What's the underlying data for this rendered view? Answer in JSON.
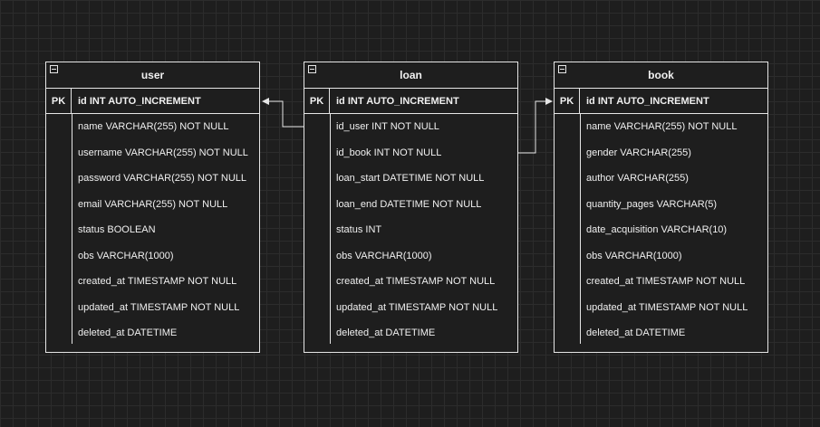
{
  "diagram": {
    "colors": {
      "background": "#1e1e1e",
      "grid": "#2c2c2c",
      "stroke": "#e6e6e6",
      "text": "#f0f0f0"
    },
    "tables": [
      {
        "name": "user",
        "pk_label": "PK",
        "pk_column": "id INT AUTO_INCREMENT",
        "columns": [
          "name VARCHAR(255) NOT NULL",
          "username VARCHAR(255) NOT NULL",
          "password VARCHAR(255) NOT NULL",
          "email VARCHAR(255) NOT NULL",
          "status BOOLEAN",
          "obs VARCHAR(1000)",
          "created_at TIMESTAMP NOT NULL",
          "updated_at TIMESTAMP NOT NULL",
          "deleted_at DATETIME"
        ]
      },
      {
        "name": "loan",
        "pk_label": "PK",
        "pk_column": "id INT AUTO_INCREMENT",
        "columns": [
          "id_user INT NOT NULL",
          "id_book INT NOT NULL",
          "loan_start DATETIME NOT NULL",
          "loan_end DATETIME NOT NULL",
          "status INT",
          "obs VARCHAR(1000)",
          "created_at TIMESTAMP NOT NULL",
          "updated_at TIMESTAMP NOT NULL",
          "deleted_at DATETIME"
        ]
      },
      {
        "name": "book",
        "pk_label": "PK",
        "pk_column": "id INT AUTO_INCREMENT",
        "columns": [
          "name VARCHAR(255) NOT NULL",
          "gender VARCHAR(255)",
          "author VARCHAR(255)",
          "quantity_pages VARCHAR(5)",
          "date_acquisition VARCHAR(10)",
          "obs VARCHAR(1000)",
          "created_at TIMESTAMP NOT NULL",
          "updated_at TIMESTAMP NOT NULL",
          "deleted_at DATETIME"
        ]
      }
    ],
    "relations": [
      {
        "from_table": "loan",
        "from_column": "id_user INT NOT NULL",
        "to_table": "user",
        "to_column": "id INT AUTO_INCREMENT"
      },
      {
        "from_table": "loan",
        "from_column": "id_book INT NOT NULL",
        "to_table": "book",
        "to_column": "id INT AUTO_INCREMENT"
      }
    ]
  }
}
